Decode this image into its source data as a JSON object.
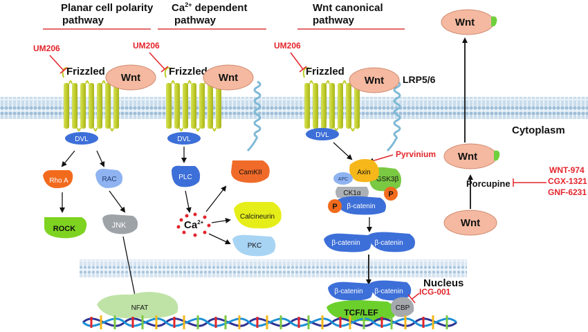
{
  "headers": {
    "pcp_line1": "Planar cell polarity",
    "pcp_line2": "pathway",
    "ca_prefix": "Ca",
    "ca_sup": "2+",
    "ca_suffix": " dependent",
    "ca_line2": "pathway",
    "wnt_line1": "Wnt canonical",
    "wnt_line2": "pathway"
  },
  "labels": {
    "um206": "UM206",
    "frizzled": "Frizzled",
    "wnt": "Wnt",
    "lrp": "LRP5/6",
    "cytoplasm": "Cytoplasm",
    "nucleus": "Nucleus",
    "dvl": "DVL",
    "rhoa": "Rho A",
    "rac": "RAC",
    "rock": "ROCK",
    "jnk": "JNK",
    "nfat": "NFAT",
    "plc": "PLC",
    "ca_ion": "Ca",
    "ca_ion_sup": "2+",
    "camkii": "CamKII",
    "calcineurin": "Calcineurin",
    "pkc": "PKC",
    "pyrvinium": "Pyrvinium",
    "axin": "Axin",
    "apc": "APC",
    "gsk3b": "GSK3β",
    "ck1a": "CK1α",
    "p": "P",
    "bcatenin": "β-catenin",
    "bcatenin_trunc": "β-catenin",
    "tcf": "TCF/LEF",
    "cbp": "CBP",
    "icg": "ICG-001",
    "porcupine": "Porcupine",
    "wnt974": "WNT-974",
    "cgx": "CGX-1321",
    "gnf": "GNF-6231"
  },
  "colors": {
    "inhibitor_red": "#e3242b",
    "header_rule": "#d9383f",
    "wnt_fill": "#f4b9a0",
    "wnt_tail": "#6fcf3c",
    "frizzled": "#bfcc2a",
    "dvl": "#3d6fd8",
    "rhoa": "#f26b1d",
    "rac": "#8fb3f0",
    "rock": "#7ed321",
    "jnk": "#9ea3a8",
    "nfat": "#bfe3a6",
    "camkii": "#f06b2a",
    "calcineurin": "#e6ee1a",
    "pkc": "#a8d4f4",
    "axin": "#f5b71a",
    "gsk3b": "#7ac943",
    "ck1a": "#aab0b5",
    "phospho": "#f26b1d",
    "bcatenin": "#3d6fd8",
    "tcf": "#6bd02c",
    "cbp": "#a5a9ad",
    "membrane": "#c8dced"
  }
}
